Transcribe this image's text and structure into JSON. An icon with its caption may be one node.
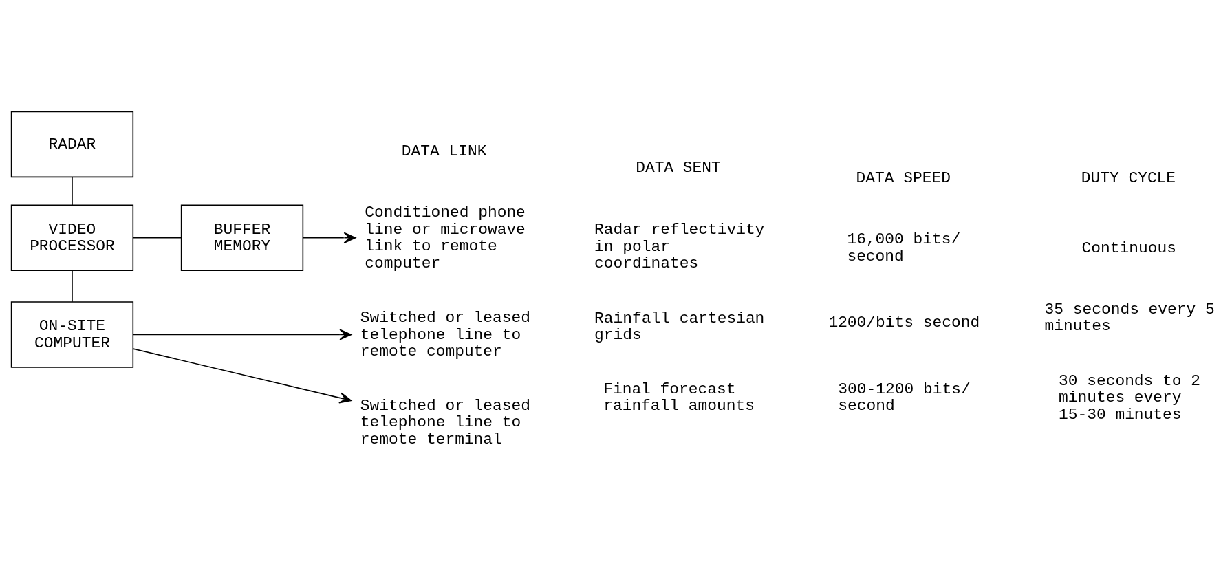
{
  "diagram": {
    "nodes": [
      {
        "text": [
          "RADAR"
        ]
      },
      {
        "text": [
          "VIDEO PROCESSOR"
        ]
      },
      {
        "text": [
          "BUFFER MEMORY"
        ]
      },
      {
        "text": [
          "ON-SITE COMPUTER"
        ]
      },
      {
        "text": [
          "Conditioned phone line or microwave link to remote computer"
        ]
      },
      {
        "text": [
          "Switched or leased telephone line to remote computer"
        ]
      },
      {
        "text": [
          "Switched or leased telephone line to remote terminal"
        ]
      }
    ],
    "edges": [
      {
        "from": 0,
        "to": 1,
        "arrow": "none"
      },
      {
        "from": 1,
        "to": 3,
        "arrow": "none"
      },
      {
        "from": 1,
        "to": 2,
        "arrow": "none"
      },
      {
        "from": 2,
        "to": 4,
        "arrow": "to"
      },
      {
        "from": 3,
        "to": 5,
        "arrow": "to"
      },
      {
        "from": 3,
        "to": 6,
        "arrow": "to"
      }
    ],
    "labels": [
      "DATA LINK",
      "DATA SENT",
      "DATA SPEED",
      "DUTY CYCLE",
      "Radar reflectivity in polar coordinates",
      "16,000 bits/ second",
      "Continuous",
      "Rainfall cartesian grids",
      "1200/bits second",
      "35 seconds every 5 minutes",
      "Final forecast rainfall amounts",
      "300-1200 bits/ second",
      "30 seconds to 2 minutes every 15-30 minutes"
    ]
  }
}
